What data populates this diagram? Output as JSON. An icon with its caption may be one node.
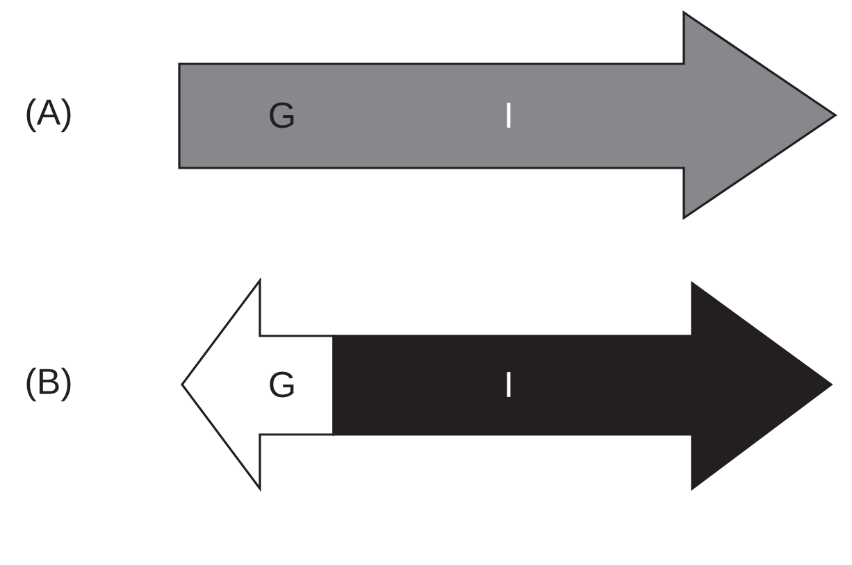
{
  "diagram": {
    "nodes": [
      {
        "text": [
          "G",
          "I"
        ]
      },
      {
        "text": [
          "G"
        ]
      },
      {
        "text": [
          "I"
        ]
      }
    ],
    "labels": [
      "(A)",
      "(B)"
    ]
  }
}
